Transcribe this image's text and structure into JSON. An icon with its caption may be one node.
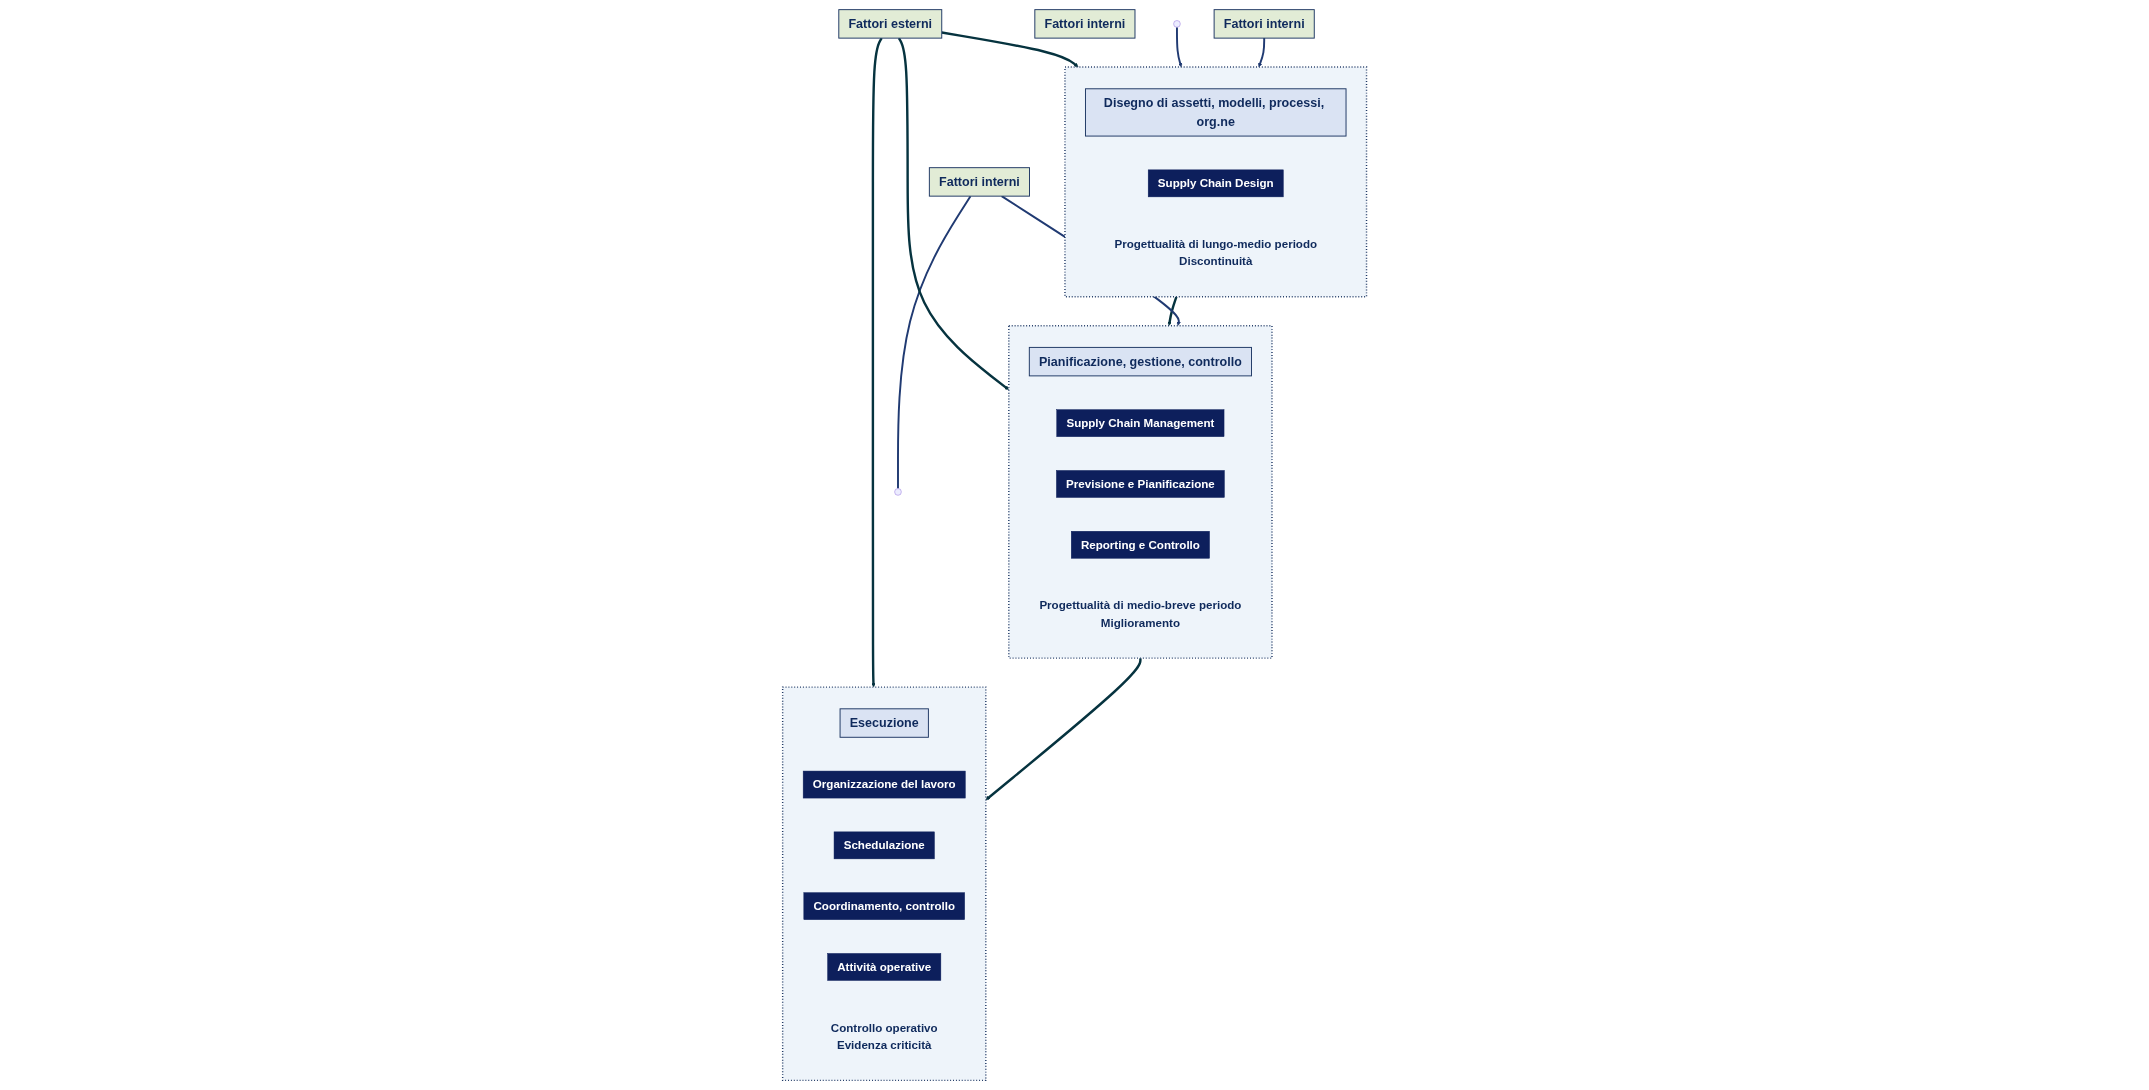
{
  "diagram": {
    "nodes": [
      {
        "text": [
          "Fattori esterni"
        ]
      },
      {
        "text": [],
        "shape": "box"
      },
      {
        "text": [
          "Disegno di assetti, modelli, processi, org.ne"
        ],
        "in": 1
      },
      {
        "text": [
          "Supply Chain Design"
        ],
        "in": 1
      },
      {
        "text": [
          "Progettualità di lungo-medio periodo",
          "Discontinuità"
        ],
        "in": 1
      },
      {
        "text": [
          "Fattori interni"
        ]
      },
      {
        "text": [],
        "shape": "box"
      },
      {
        "text": [
          "Pianificazione, gestione, controllo"
        ],
        "in": 6
      },
      {
        "text": [
          "Supply Chain Management"
        ],
        "in": 6
      },
      {
        "text": [
          "Previsione e Pianificazione"
        ],
        "in": 6
      },
      {
        "text": [
          "Reporting e Controllo"
        ],
        "in": 6
      },
      {
        "text": [
          "Progettualità di medio-breve periodo",
          "Miglioramento"
        ],
        "in": 6
      },
      {
        "text": [
          "Fattori interni"
        ]
      },
      {
        "text": [],
        "shape": "box"
      },
      {
        "text": [
          "Esecuzione"
        ],
        "in": 13
      },
      {
        "text": [
          "Organizzazione del lavoro"
        ],
        "in": 13
      },
      {
        "text": [
          "Schedulazione"
        ],
        "in": 13
      },
      {
        "text": [
          "Coordinamento, controllo"
        ],
        "in": 13
      },
      {
        "text": [
          "Attività operative"
        ],
        "in": 13
      },
      {
        "text": [
          "Controllo operativo",
          "Evidenza criticità"
        ],
        "in": 13
      },
      {
        "text": [
          "Fattori interni"
        ]
      }
    ],
    "edges": [
      {
        "from": 0,
        "to": 1,
        "arrow": "to"
      },
      {
        "from": 0,
        "to": 6,
        "arrow": "to"
      },
      {
        "from": 0,
        "to": 13,
        "arrow": "to"
      },
      {
        "from": 1,
        "to": 6,
        "arrow": "to"
      },
      {
        "from": 6,
        "to": 13,
        "arrow": "to"
      },
      {
        "from": null,
        "to": 1,
        "arrow": "to",
        "color": "#203a72"
      },
      {
        "from": 12,
        "to": 1,
        "arrow": "to",
        "color": "#203a72"
      },
      {
        "from": 20,
        "to": 6,
        "arrow": "to",
        "color": "#203a72"
      },
      {
        "from": 20,
        "to": null,
        "arrow": "none",
        "color": "#203a72"
      }
    ]
  }
}
